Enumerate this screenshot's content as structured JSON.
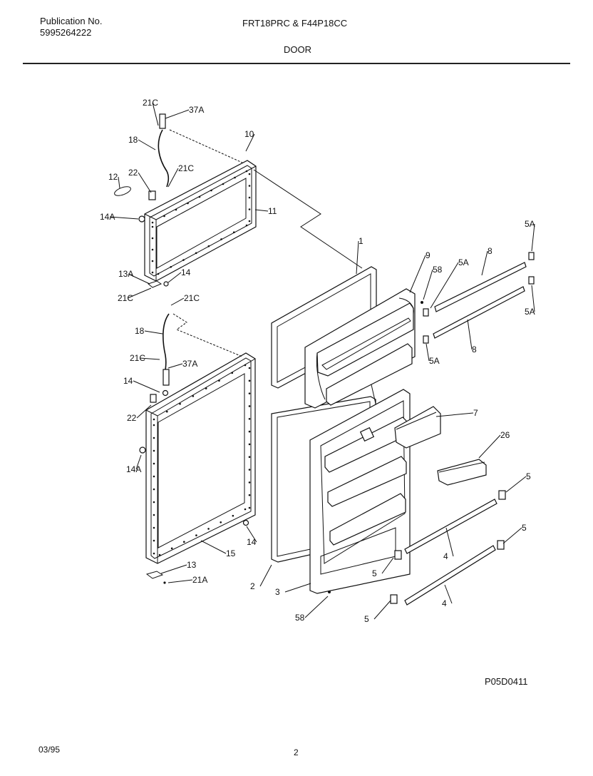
{
  "header": {
    "publication_label": "Publication No.",
    "publication_number": "5995264222",
    "models": "FRT18PRC & F44P18CC",
    "section": "DOOR"
  },
  "diagram_code": "P05D0411",
  "footer": {
    "date": "03/95",
    "page": "2"
  },
  "callouts": [
    "21C",
    "37A",
    "18",
    "10",
    "12",
    "22",
    "21C",
    "14A",
    "11",
    "13A",
    "14",
    "21C",
    "21C",
    "1",
    "9",
    "58",
    "5A",
    "8",
    "5A",
    "5A",
    "8",
    "5A",
    "18",
    "21C",
    "37A",
    "14",
    "22",
    "7",
    "26",
    "14A",
    "5",
    "14",
    "5",
    "15",
    "4",
    "13",
    "21A",
    "2",
    "3",
    "5",
    "4",
    "58",
    "5"
  ]
}
